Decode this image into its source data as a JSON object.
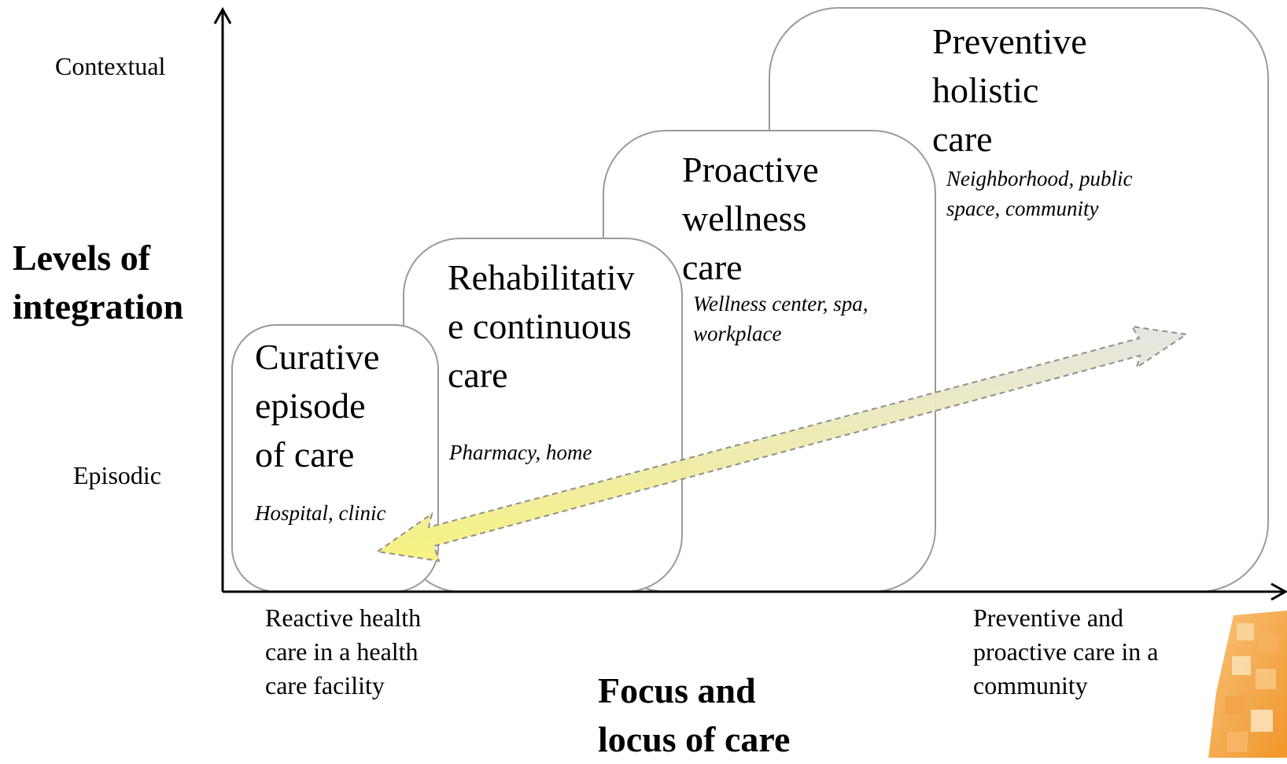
{
  "y_axis": {
    "title": "Levels of\nintegration",
    "top_label": "Contextual",
    "bottom_label": "Episodic"
  },
  "x_axis": {
    "title": "Focus and\nlocus of care",
    "left_label": "Reactive health\ncare in a health\ncare facility",
    "right_label": "Preventive and\nproactive care in a\ncommunity"
  },
  "boxes": [
    {
      "title": "Curative\nepisode\nof care",
      "location": "Hospital, clinic"
    },
    {
      "title": "Rehabilitativ\ne continuous\ncare",
      "location": "Pharmacy, home"
    },
    {
      "title": "Proactive\nwellness\ncare",
      "location": "Wellness center, spa,\nworkplace"
    },
    {
      "title": "Preventive\nholistic\ncare",
      "location": "Neighborhood, public\nspace, community"
    }
  ],
  "colors": {
    "box_border": "#9a9a9a",
    "axis": "#000000",
    "arrow_fill_top": "#e6e6e6",
    "arrow_fill_bottom": "#f5f27a",
    "arrow_border": "#8a8a8a",
    "logo": "#f0a040"
  },
  "icons": {
    "arrow": "double-headed-arrow-icon",
    "logo": "logo-mosaic-icon"
  }
}
